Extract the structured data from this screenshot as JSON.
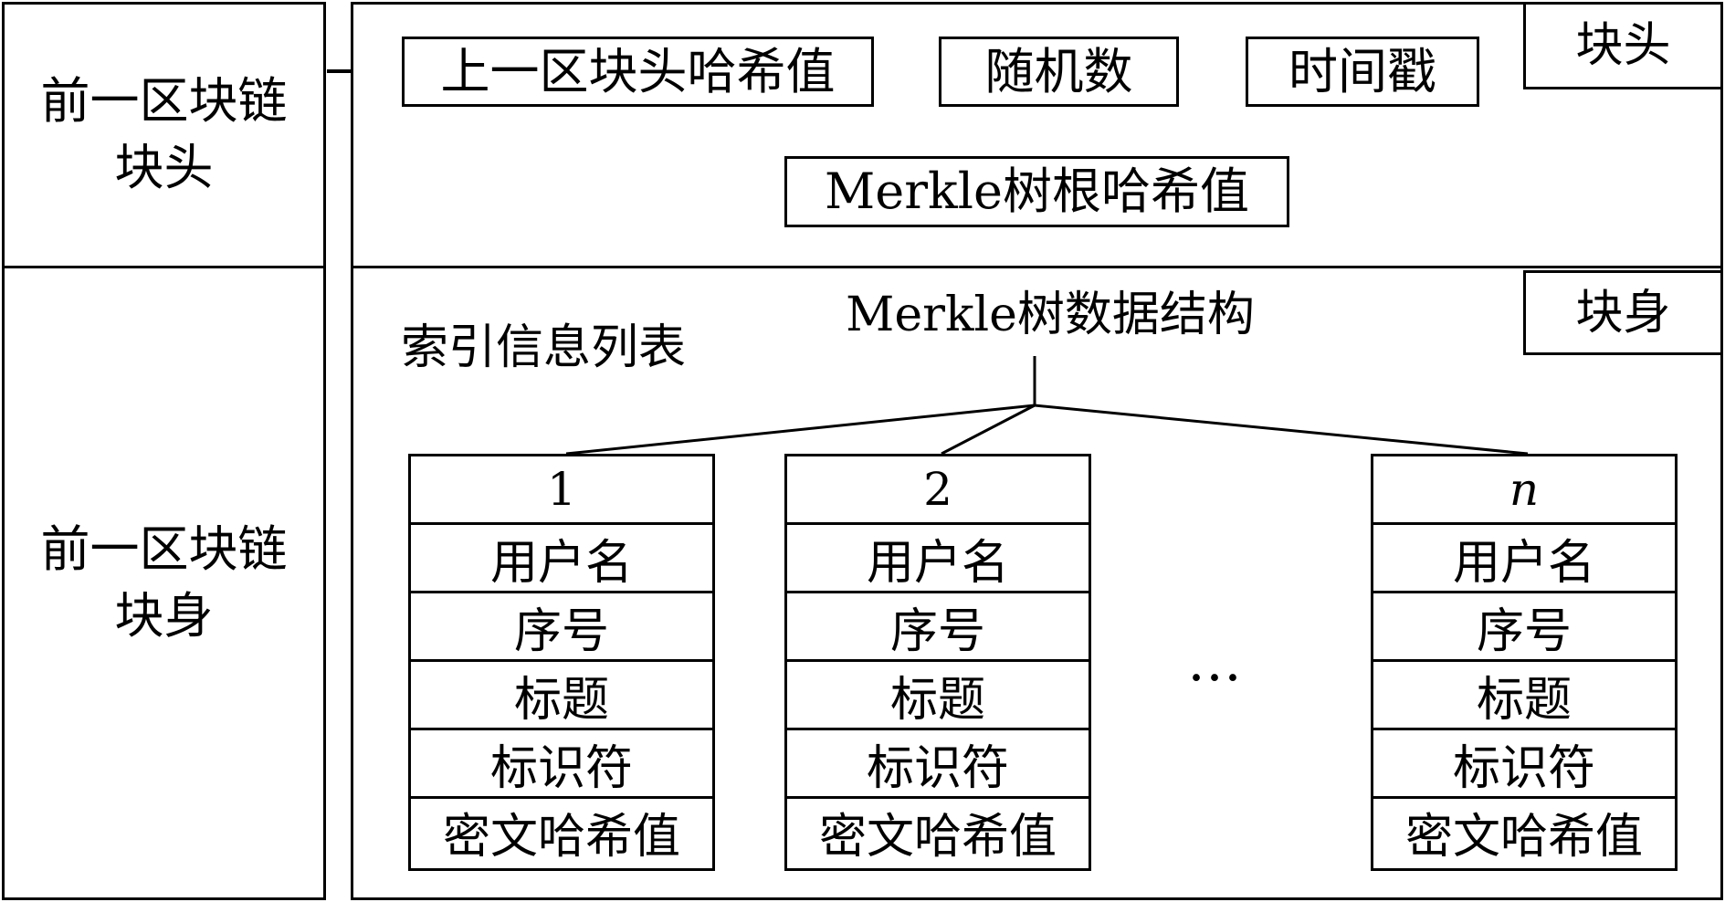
{
  "left": {
    "prev_header": [
      "前一区块链",
      "块头"
    ],
    "prev_body": [
      "前一区块链",
      "块身"
    ]
  },
  "header": {
    "tag": "块头",
    "prev_hash": "上一区块头哈希值",
    "nonce": "随机数",
    "timestamp": "时间戳",
    "merkle_root": "Merkle树根哈希值"
  },
  "body": {
    "tag": "块身",
    "merkle_structure": "Merkle树数据结构",
    "index_list": "索引信息列表",
    "ellipsis": "…",
    "records": [
      {
        "id": "1",
        "fields": [
          "用户名",
          "序号",
          "标题",
          "标识符",
          "密文哈希值"
        ]
      },
      {
        "id": "2",
        "fields": [
          "用户名",
          "序号",
          "标题",
          "标识符",
          "密文哈希值"
        ]
      },
      {
        "id": "n",
        "fields": [
          "用户名",
          "序号",
          "标题",
          "标识符",
          "密文哈希值"
        ]
      }
    ]
  },
  "colors": {
    "line": "#000000",
    "background": "#ffffff"
  }
}
